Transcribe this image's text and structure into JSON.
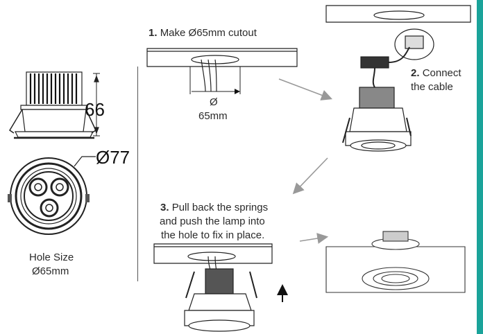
{
  "steps": [
    {
      "number": "1.",
      "text": "Make Ø65mm cutout"
    },
    {
      "number": "2.",
      "text_line1": "Connect",
      "text_line2": "the cable"
    },
    {
      "number": "3.",
      "text_line1": "Pull back the springs",
      "text_line2": "and push the lamp into",
      "text_line3": "the hole to fix in place."
    }
  ],
  "cutout": {
    "diameter_symbol": "Ø",
    "diameter_value": "65mm"
  },
  "dimensions": {
    "height": "66",
    "diameter": "Ø77"
  },
  "hole_size": {
    "line1": "Hole Size",
    "line2": "Ø65mm"
  },
  "colors": {
    "accent_border": "#1aa39a",
    "line": "#333333",
    "arrow": "#999999"
  }
}
